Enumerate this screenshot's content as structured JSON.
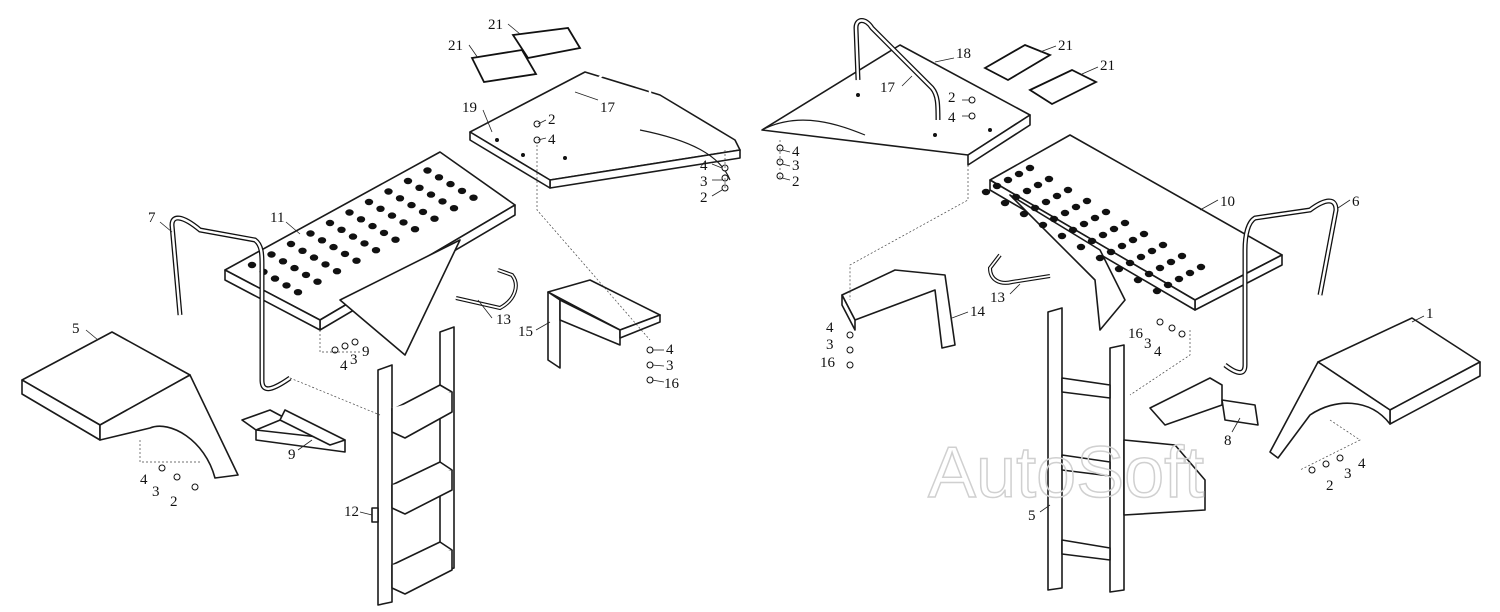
{
  "labels": {
    "l21a": "21",
    "l21b": "21",
    "l19": "19",
    "l17a": "17",
    "l2a": "2",
    "l4a": "4",
    "l4b": "4",
    "l3b": "3",
    "l2b": "2",
    "l11": "11",
    "l7": "7",
    "l13a": "13",
    "l15": "15",
    "l4c": "4",
    "l3c": "3",
    "l16c": "16",
    "l9a": "9",
    "l3d": "3",
    "l4d": "4",
    "l5a": "5",
    "l9b": "9",
    "l4e": "4",
    "l3e": "3",
    "l2e": "2",
    "l12": "12",
    "l18": "18",
    "l21c": "21",
    "l21d": "21",
    "l17b": "17",
    "l2f": "2",
    "l4f": "4",
    "l4g": "4",
    "l3g": "3",
    "l2g": "2",
    "l10": "10",
    "l6": "6",
    "l13b": "13",
    "l14": "14",
    "l4h": "4",
    "l3h": "3",
    "l16h": "16",
    "l16i": "16",
    "l3i": "3",
    "l4i": "4",
    "l1": "1",
    "l8": "8",
    "l4j": "4",
    "l3j": "3",
    "l2j": "2",
    "l5b": "5"
  },
  "watermark": "AutoSoft"
}
